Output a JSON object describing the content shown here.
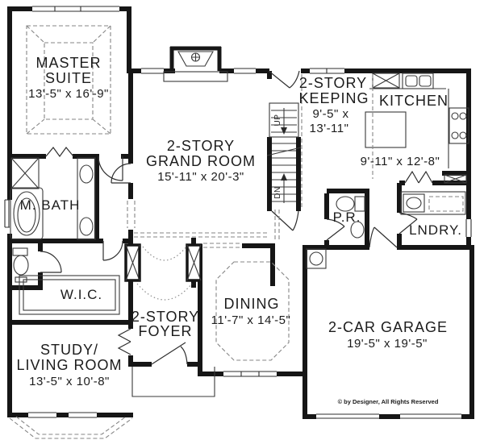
{
  "plan": {
    "rooms": {
      "master_suite": {
        "line1": "MASTER",
        "line2": "SUITE",
        "dims": "13'-5\" x 16'-9\""
      },
      "grand_room": {
        "line1": "2-STORY",
        "line2": "GRAND ROOM",
        "dims": "15'-11\" x 20'-3\""
      },
      "keeping": {
        "line1": "2-STORY",
        "line2": "KEEPING",
        "dims1": "9'-5\" x",
        "dims2": "13'-11\""
      },
      "kitchen": {
        "name": "KITCHEN",
        "dims": "9'-11\" x 12'-8\""
      },
      "master_bath": {
        "name": "M. BATH"
      },
      "wic": {
        "name": "W.I.C."
      },
      "powder_room": {
        "name": "P.R."
      },
      "laundry": {
        "name": "LNDRY."
      },
      "foyer": {
        "line1": "2-STORY",
        "line2": "FOYER"
      },
      "dining": {
        "name": "DINING",
        "dims": "11'-7\" x 14'-5\""
      },
      "study": {
        "line1": "STUDY/",
        "line2": "LIVING ROOM",
        "dims": "13'-5\" x 10'-8\""
      },
      "garage": {
        "name": "2-CAR GARAGE",
        "dims": "19'-5\" x 19'-5\""
      }
    },
    "stairs": {
      "up": "UP",
      "down": "DN"
    },
    "copyright": "© by Designer, All Rights Reserved",
    "colors": {
      "walls": "#161616",
      "fixtures": "#3a3a3a",
      "dashed": "#868686",
      "text": "#1c1c1c",
      "background": "#ffffff"
    }
  }
}
